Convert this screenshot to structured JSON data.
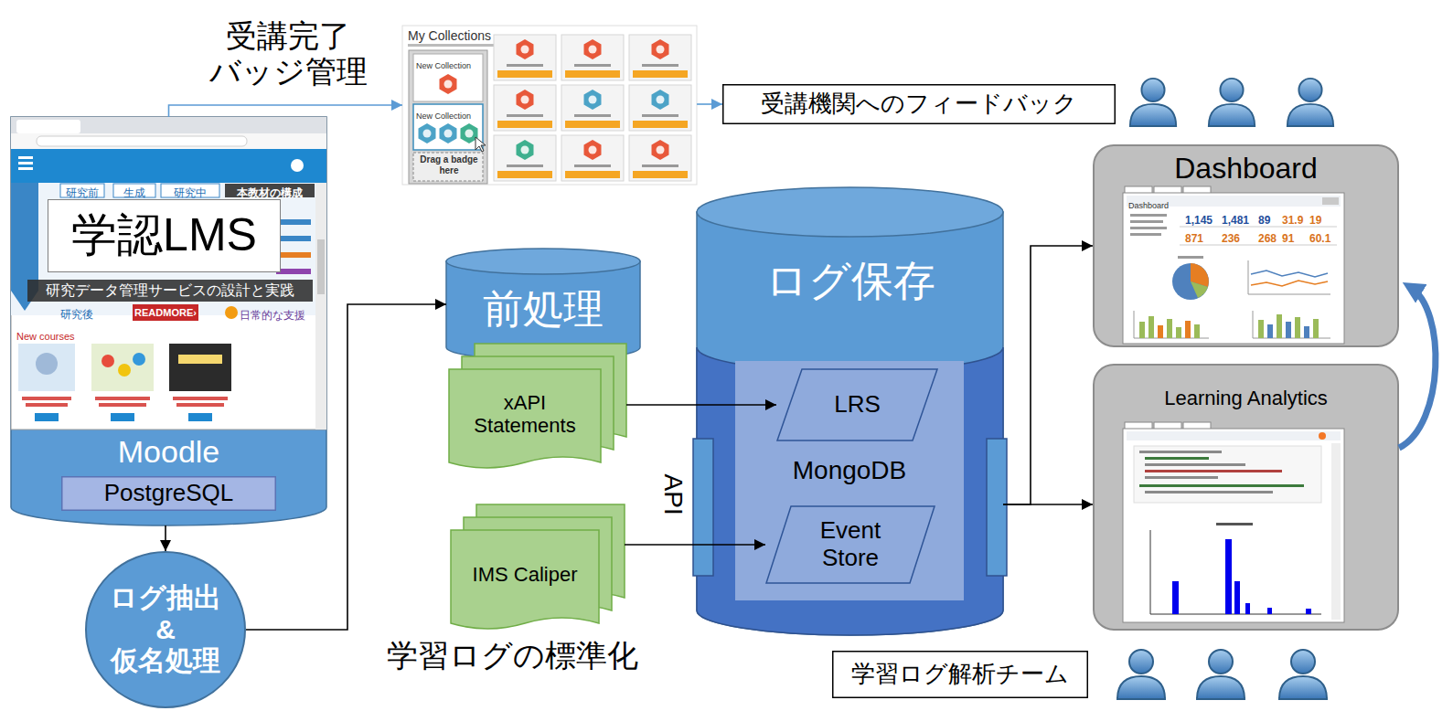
{
  "diagram": {
    "nodes": [
      {
        "text": [
          "Moodle"
        ]
      },
      {
        "text": [
          "学認LMS"
        ],
        "in": 0
      },
      {
        "text": [
          "PostgreSQL"
        ],
        "in": 0
      },
      {
        "text": [
          "ログ抽出 & 仮名処理"
        ]
      },
      {
        "text": [
          "前処理"
        ]
      },
      {
        "text": [
          "xAPI Statements"
        ]
      },
      {
        "text": [
          "IMS Caliper"
        ]
      },
      {
        "text": [
          "ログ保存"
        ]
      },
      {
        "text": [
          "MongoDB"
        ],
        "in": 7
      },
      {
        "text": [
          "LRS"
        ],
        "in": 8
      },
      {
        "text": [
          "Event Store"
        ],
        "in": 8
      },
      {
        "text": [
          "My Collections"
        ]
      },
      {
        "text": [
          "受講機関へのフィードバック"
        ]
      },
      {
        "text": [
          "Dashboard"
        ]
      },
      {
        "text": [
          "Learning Analytics"
        ]
      },
      {
        "text": [
          "学習ログ解析チーム"
        ]
      }
    ],
    "edges": [
      {
        "from": 0,
        "to": 11,
        "arrow": "to"
      },
      {
        "from": 11,
        "to": 12,
        "arrow": "to"
      },
      {
        "from": 0,
        "to": 3,
        "arrow": "to"
      },
      {
        "from": 3,
        "to": 4,
        "arrow": "to"
      },
      {
        "from": 5,
        "to": 9,
        "arrow": "to"
      },
      {
        "from": 6,
        "to": 10,
        "arrow": "to"
      },
      {
        "from": 7,
        "to": 13,
        "arrow": "to"
      },
      {
        "from": 7,
        "to": 14,
        "arrow": "to"
      },
      {
        "from": 14,
        "to": 13,
        "arrow": "to"
      }
    ],
    "labels": [
      "受講完了 バッジ管理",
      "学習ログの標準化",
      "API",
      "研究データ管理サービスの設計と実践",
      "Dashboard",
      "1,145",
      "1,481",
      "89",
      "31.9",
      "19",
      "871",
      "236",
      "268",
      "91",
      "60.1",
      "New Collection",
      "New Collection",
      "Drag a badge here",
      "研究前",
      "生成",
      "研究中",
      "本教材の構成",
      "研究後",
      "READMORE›",
      "日常的な支援",
      "New courses"
    ]
  }
}
